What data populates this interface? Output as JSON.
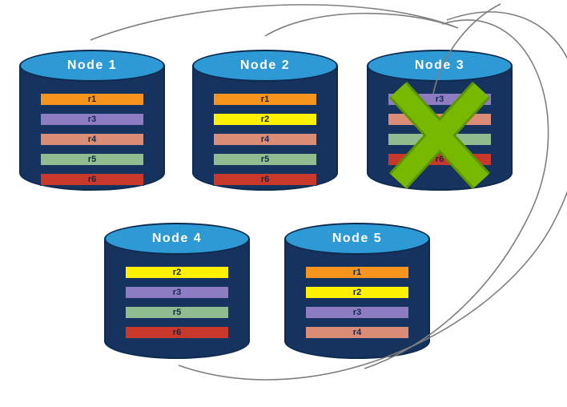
{
  "diagram": {
    "description": "Five database nodes holding replicas; Node 3 is crossed out (failed) and arrows show redistribution of its replicas to the surviving nodes.",
    "nodes": [
      {
        "title": "Node 1",
        "replicas": [
          {
            "label": "r1",
            "color": "#F7941E"
          },
          {
            "label": "r3",
            "color": "#8E7CC3"
          },
          {
            "label": "r4",
            "color": "#DB8C76"
          },
          {
            "label": "r5",
            "color": "#90BD8F"
          },
          {
            "label": "r6",
            "color": "#C8392B"
          }
        ]
      },
      {
        "title": "Node 2",
        "replicas": [
          {
            "label": "r1",
            "color": "#F7941E"
          },
          {
            "label": "r2",
            "color": "#FFF100"
          },
          {
            "label": "r4",
            "color": "#DB8C76"
          },
          {
            "label": "r5",
            "color": "#90BD8F"
          },
          {
            "label": "r6",
            "color": "#C8392B"
          }
        ]
      },
      {
        "title": "Node 3",
        "failed": true,
        "replicas": [
          {
            "label": "r3",
            "color": "#8E7CC3"
          },
          {
            "label": "r4",
            "color": "#DB8C76"
          },
          {
            "label": "r5",
            "color": "#90BD8F"
          },
          {
            "label": "r6",
            "color": "#C8392B"
          }
        ]
      },
      {
        "title": "Node 4",
        "replicas": [
          {
            "label": "r2",
            "color": "#FFF100"
          },
          {
            "label": "r3",
            "color": "#8E7CC3"
          },
          {
            "label": "r5",
            "color": "#90BD8F"
          },
          {
            "label": "r6",
            "color": "#C8392B"
          }
        ]
      },
      {
        "title": "Node 5",
        "replicas": [
          {
            "label": "r1",
            "color": "#F7941E"
          },
          {
            "label": "r2",
            "color": "#FFF100"
          },
          {
            "label": "r3",
            "color": "#8E7CC3"
          },
          {
            "label": "r4",
            "color": "#DB8C76"
          }
        ]
      }
    ],
    "failure": {
      "node": "Node 3",
      "symbol": "X",
      "color": "#76B900",
      "edge_color": "#5E9400"
    },
    "arrows": {
      "color": "#7F7F7F",
      "edges": [
        {
          "from": "Node 3",
          "to": "Node 1"
        },
        {
          "from": "Node 3",
          "to": "Node 2"
        },
        {
          "from": "Node 3",
          "to": "Node 3"
        },
        {
          "from": "Node 3",
          "to": "Node 4"
        },
        {
          "from": "Node 3",
          "to": "Node 5"
        }
      ]
    }
  }
}
